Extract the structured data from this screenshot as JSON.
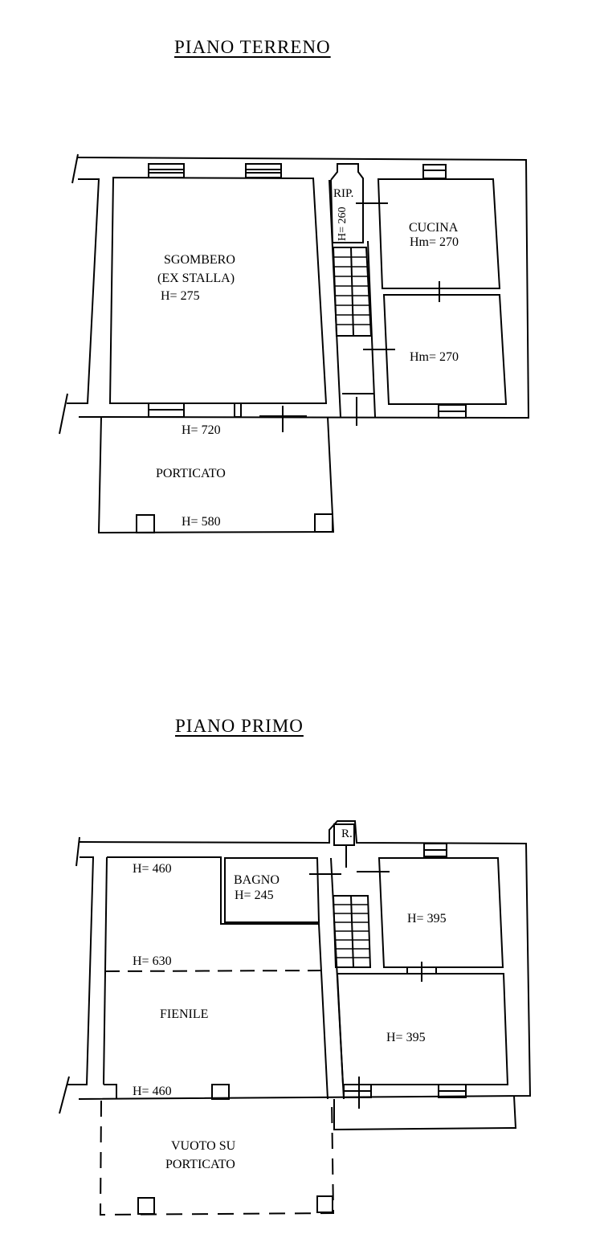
{
  "floors": [
    {
      "title": "PIANO TERRENO",
      "rooms": {
        "sgombero": {
          "name": "SGOMBERO",
          "sub": "(EX STALLA)",
          "height": "H= 275"
        },
        "ripostiglio": {
          "name": "RIP.",
          "height": "H= 260"
        },
        "cucina": {
          "name": "CUCINA",
          "height": "Hm= 270"
        },
        "room_2": {
          "height": "Hm= 270"
        },
        "porticato": {
          "name": "PORTICATO",
          "height_top": "H= 720",
          "height_bottom": "H= 580"
        }
      }
    },
    {
      "title": "PIANO PRIMO",
      "rooms": {
        "ripostiglio": {
          "name": "R."
        },
        "bagno": {
          "name": "BAGNO",
          "height": "H= 245"
        },
        "fienile": {
          "name": "FIENILE",
          "height_top": "H= 460",
          "height_mid": "H= 630",
          "height_bottom": "H= 460"
        },
        "room_1": {
          "height": "H= 395"
        },
        "room_2": {
          "height": "H= 395"
        },
        "vuoto": {
          "name": "VUOTO SU",
          "sub": "PORTICATO"
        }
      }
    }
  ]
}
